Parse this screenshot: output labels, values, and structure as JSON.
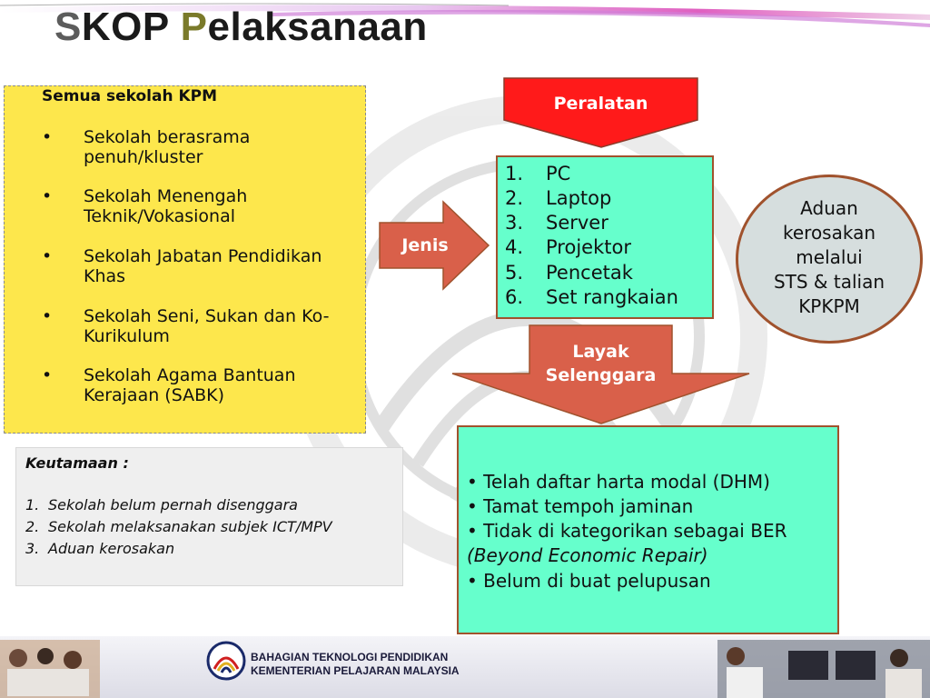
{
  "title": {
    "initial1": "S",
    "rest1": "KOP ",
    "initial2": "P",
    "rest2": "elaksanaan"
  },
  "schools": {
    "heading": "Semua sekolah KPM",
    "bullet": "•",
    "items": [
      "Sekolah berasrama penuh/kluster",
      "Sekolah Menengah Teknik/Vokasional",
      "Sekolah Jabatan Pendidikan Khas",
      "Sekolah Seni, Sukan dan Ko-Kurikulum",
      "Sekolah Agama Bantuan Kerajaan (SABK)"
    ]
  },
  "priority": {
    "heading": "Keutamaan :",
    "items": [
      {
        "num": "1.",
        "text": "Sekolah belum pernah disenggara"
      },
      {
        "num": "2.",
        "text": "Sekolah melaksanakan subjek ICT/MPV"
      },
      {
        "num": "3.",
        "text": "Aduan  kerosakan"
      }
    ]
  },
  "labels": {
    "peralatan": "Peralatan",
    "jenis": "Jenis",
    "layak_line1": "Layak",
    "layak_line2": "Selenggara"
  },
  "equipment": [
    {
      "num": "1.",
      "text": "PC"
    },
    {
      "num": "2.",
      "text": "Laptop"
    },
    {
      "num": "3.",
      "text": "Server"
    },
    {
      "num": "4.",
      "text": "Projektor"
    },
    {
      "num": "5.",
      "text": "Pencetak"
    },
    {
      "num": "6.",
      "text": "Set rangkaian"
    }
  ],
  "complaint": "Aduan\nkerosakan\nmelalui\nSTS & talian\nKPKPM",
  "criteria": {
    "bullet": "•",
    "item1": "Telah daftar harta modal (DHM)",
    "item2": "Tamat tempoh jaminan",
    "item3": "Tidak di kategorikan sebagai BER",
    "item3_cont": "(Beyond Economic Repair)",
    "item4": "Belum di buat pelupusan"
  },
  "footer": {
    "line1": "BAHAGIAN TEKNOLOGI PENDIDIKAN",
    "line2": "KEMENTERIAN PELAJARAN MALAYSIA"
  },
  "colors": {
    "yellow_box": "#fde74c",
    "green_box": "#66ffcc",
    "red_arrow": "#ff1a1a",
    "salmon_arrow": "#d9604a",
    "border_brown": "#a0522d",
    "circle_grey": "#d6dede"
  },
  "icons": {
    "watermark": "ministry-emblem-watermark",
    "footer_logo": "ministry-logo"
  }
}
